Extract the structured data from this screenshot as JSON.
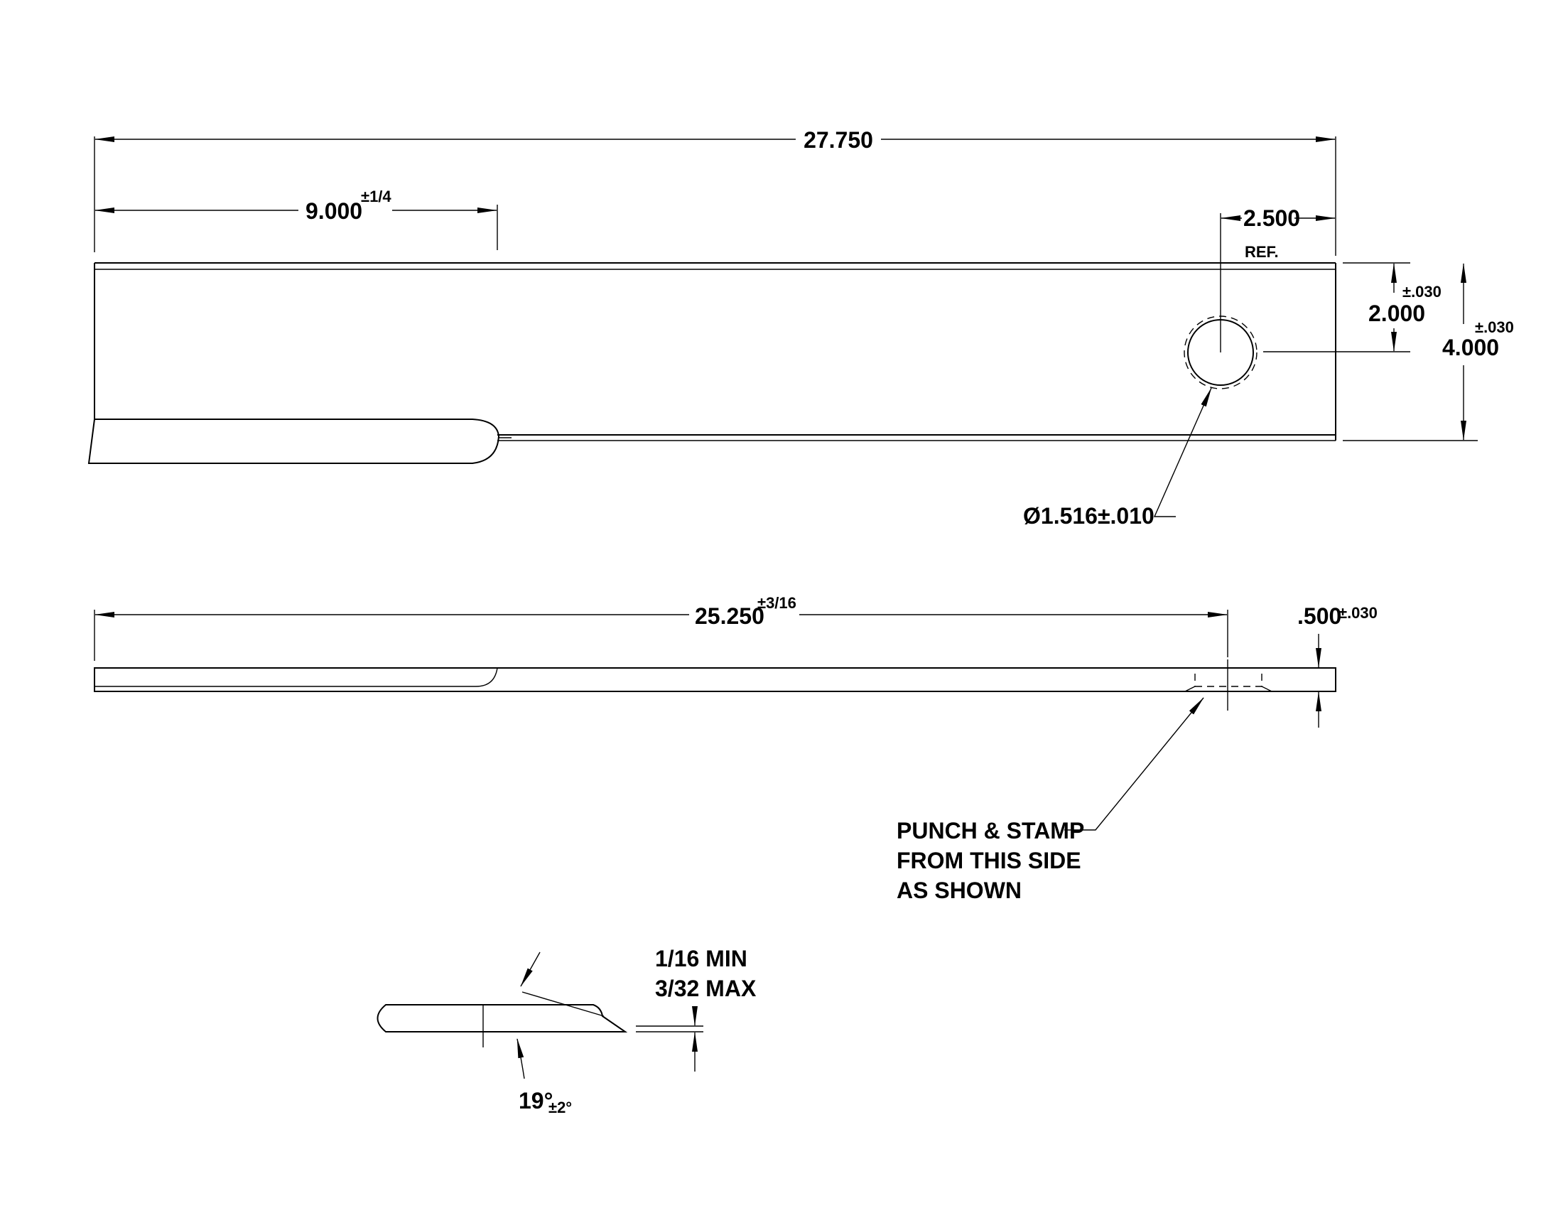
{
  "drawing": {
    "top_view": {
      "overall_length": "27.750",
      "bevel_length": "9.000",
      "bevel_length_tol": "±1/4",
      "hole_offset": "2.500",
      "hole_offset_note": "REF.",
      "hole_center_height": "2.000",
      "hole_center_height_tol": "±.030",
      "overall_width": "4.000",
      "overall_width_tol": "±.030",
      "hole_diameter": "Ø1.516±.010"
    },
    "side_view": {
      "hole_location": "25.250",
      "hole_location_tol": "±3/16",
      "thickness": ".500",
      "thickness_tol": "±.030",
      "punch_note": [
        "PUNCH & STAMP",
        "FROM THIS SIDE",
        "AS SHOWN"
      ]
    },
    "edge_detail": {
      "edge_min": "1/16 MIN",
      "edge_max": "3/32 MAX",
      "bevel_angle": "19°",
      "bevel_angle_tol": "±2°"
    }
  }
}
